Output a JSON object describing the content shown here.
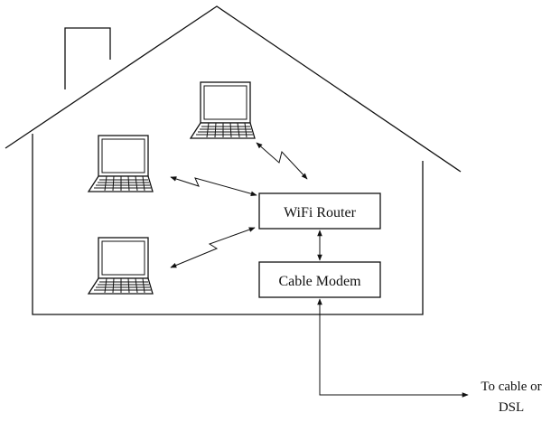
{
  "diagram": {
    "nodes": {
      "router": "WiFi Router",
      "modem": "Cable Modem"
    },
    "external_label": {
      "line1": "To cable or",
      "line2": "DSL"
    }
  }
}
